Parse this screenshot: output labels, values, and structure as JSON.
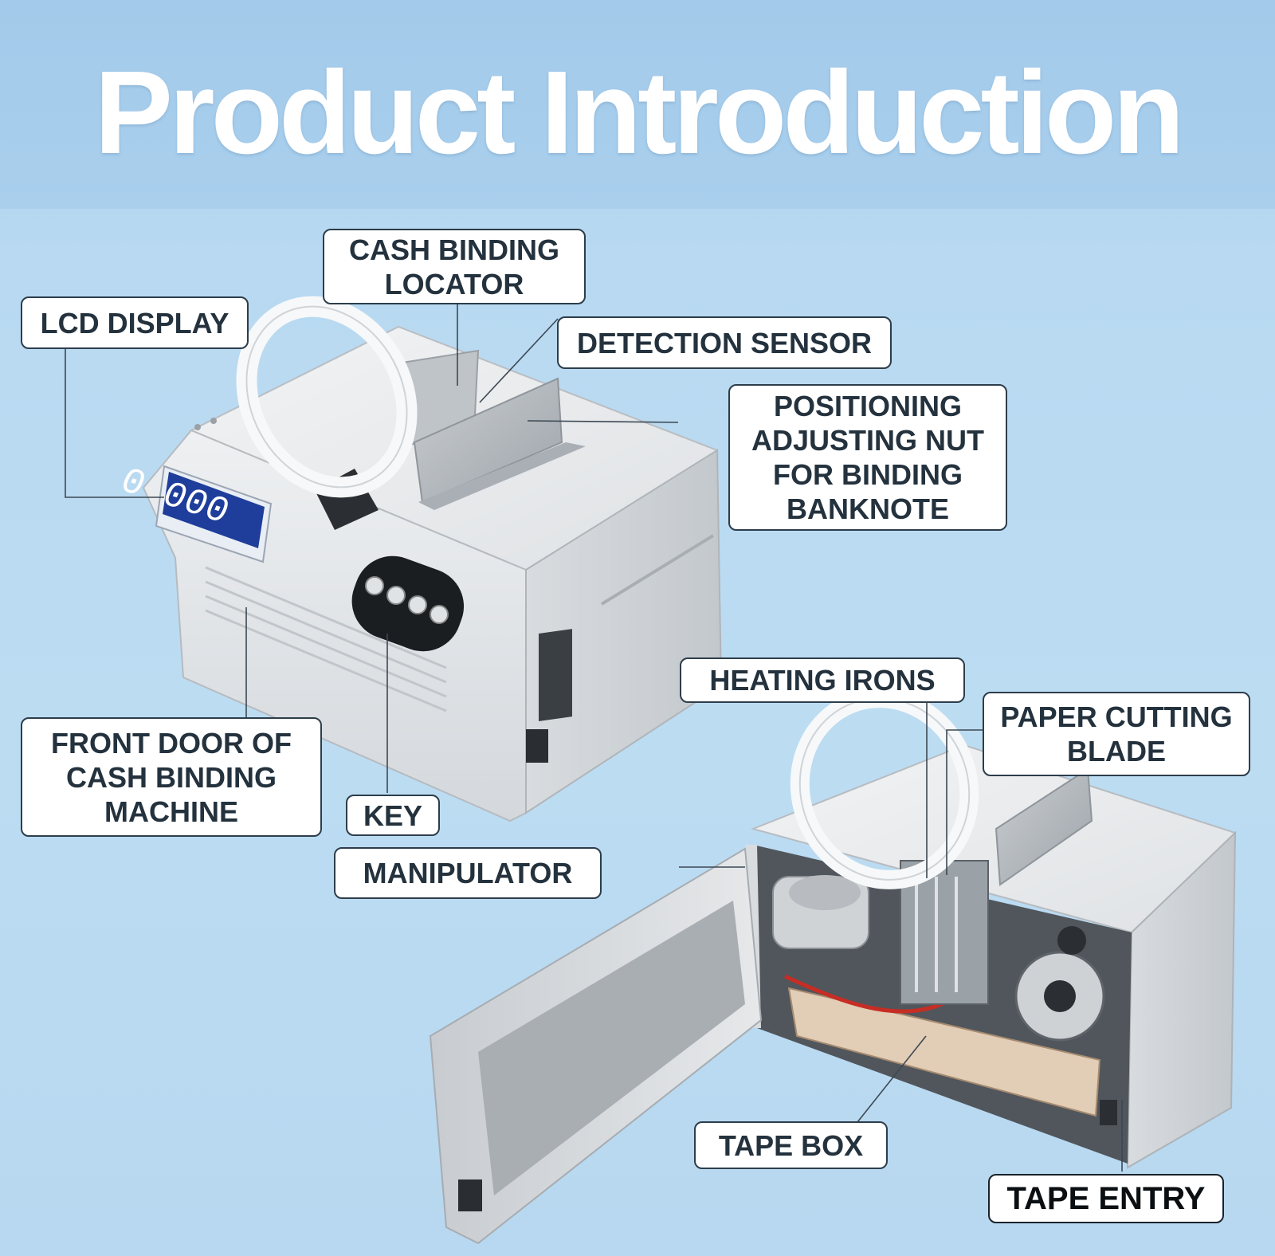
{
  "title": "Product Introduction",
  "labels": {
    "cash_binding_locator": "CASH BINDING\nLOCATOR",
    "lcd_display": "LCD DISPLAY",
    "detection_sensor": "DETECTION SENSOR",
    "positioning_nut": "POSITIONING\nADJUSTING NUT\nFOR BINDING\nBANKNOTE",
    "front_door": "FRONT DOOR OF\nCASH BINDING\nMACHINE",
    "key": "KEY",
    "manipulator": "MANIPULATOR",
    "heating_irons": "HEATING IRONS",
    "paper_cutting_blade": "PAPER CUTTING\nBLADE",
    "tape_box": "TAPE BOX",
    "tape_entry": "TAPE ENTRY"
  },
  "lcd_readout": "0 000",
  "colors": {
    "background": "#b8d9f1",
    "banner": "#a6cdec",
    "title": "#ffffff",
    "machine_body": "#e3e6e9",
    "lcd_screen": "#1f3d9a",
    "label_border": "#2d3d4a"
  }
}
